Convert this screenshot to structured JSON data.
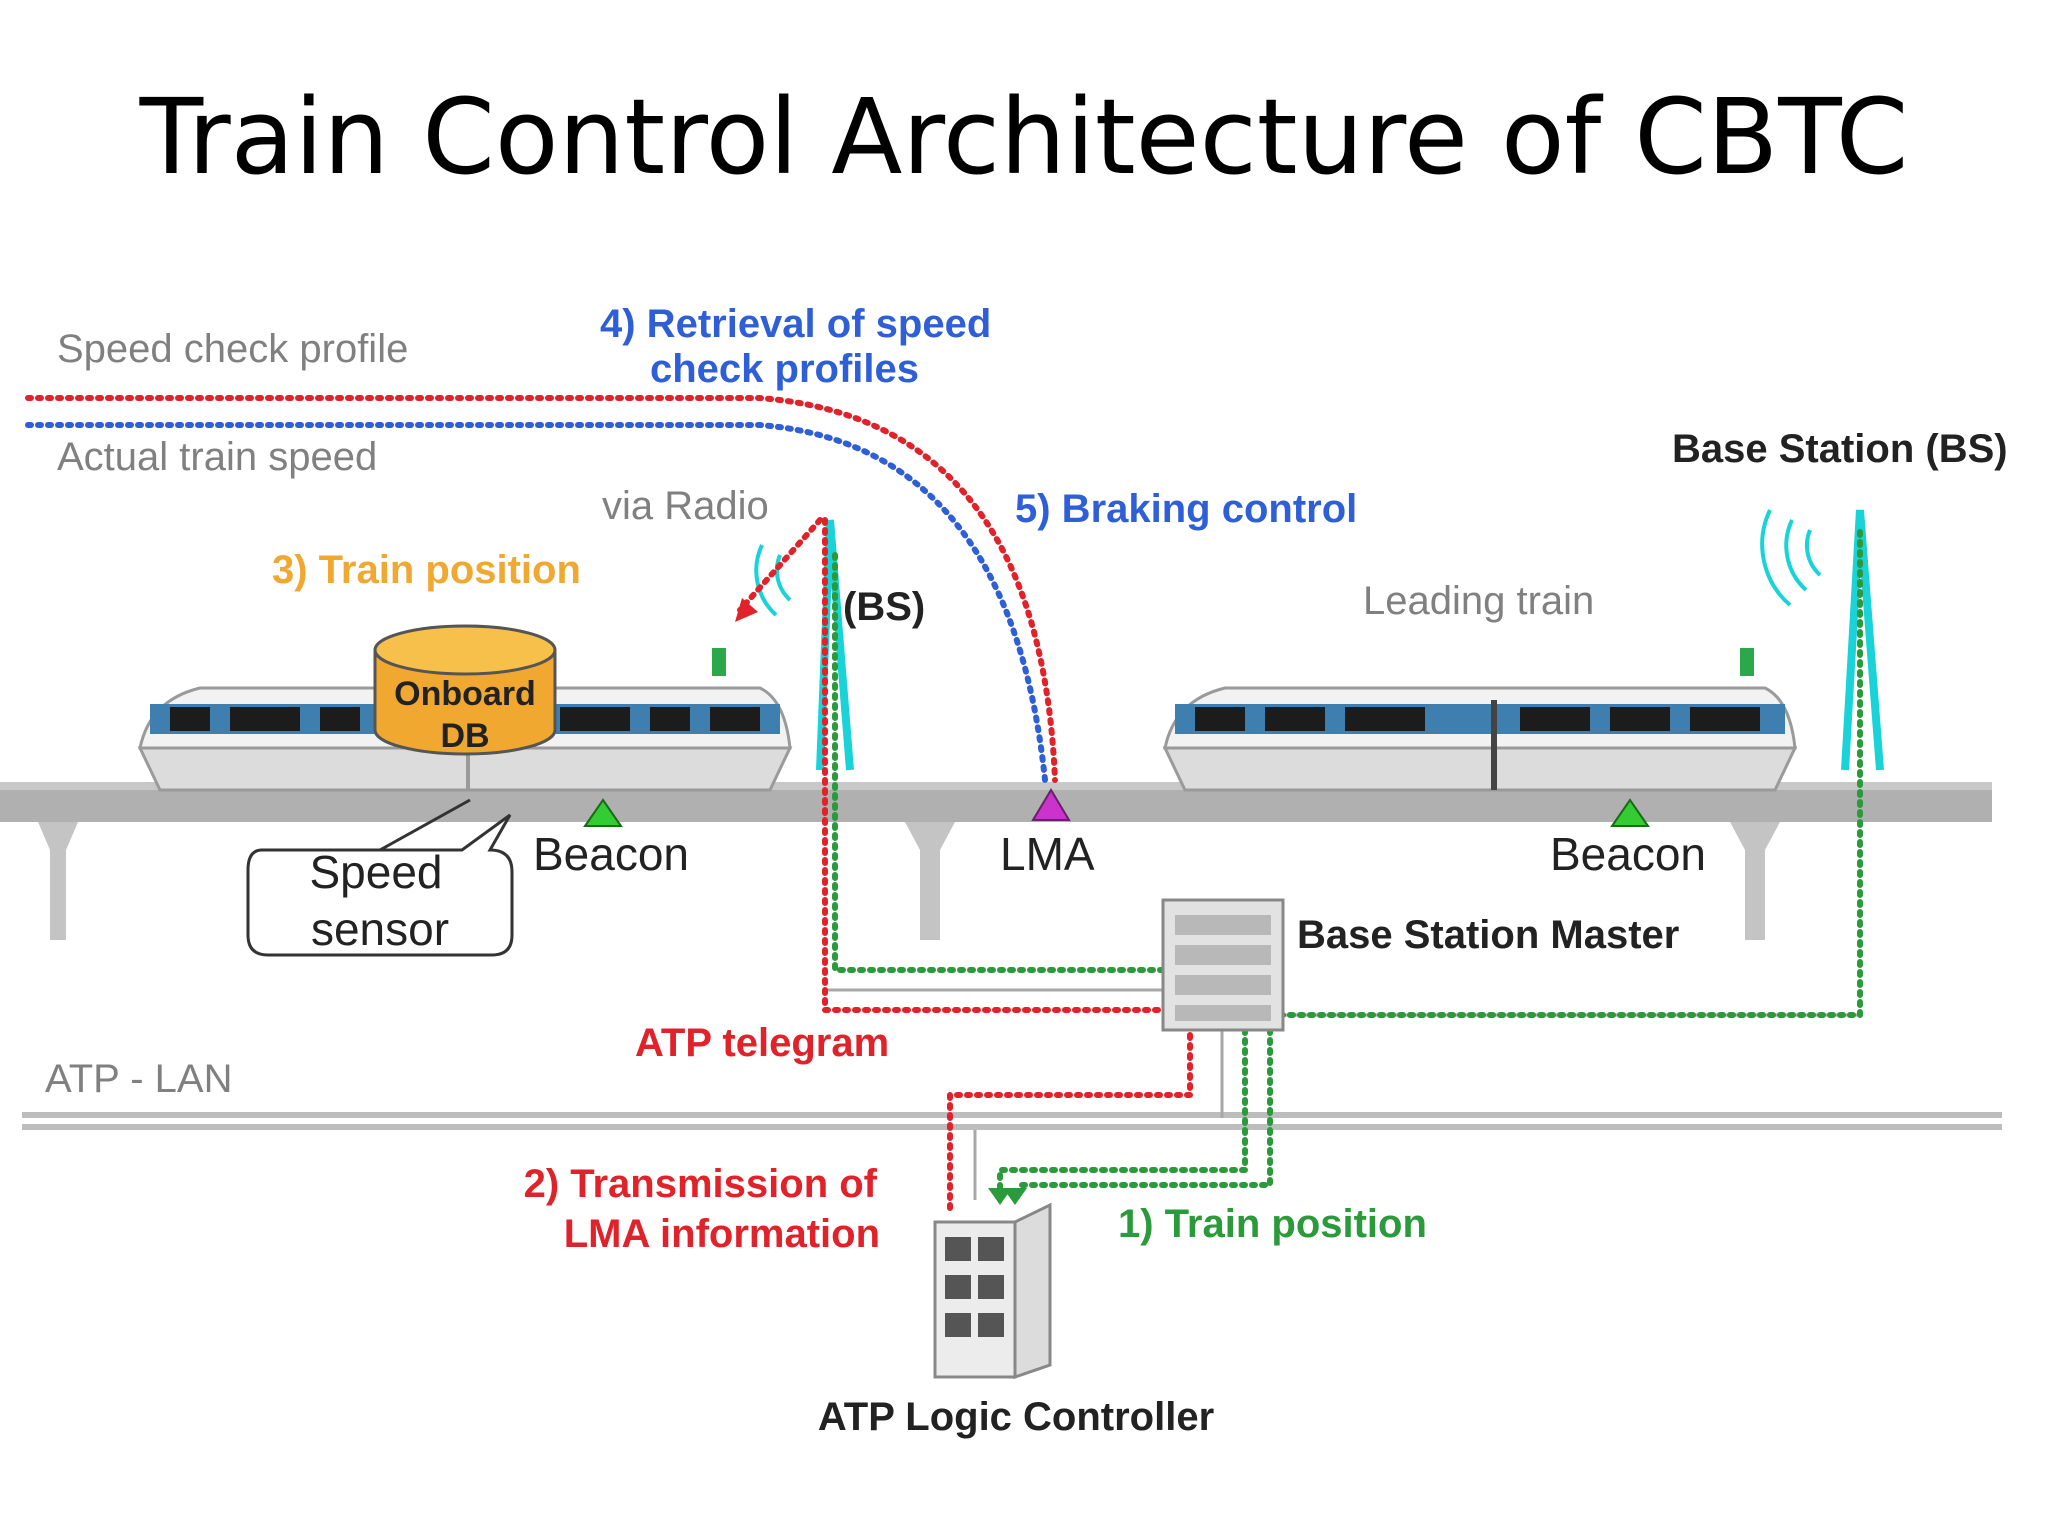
{
  "slide": {
    "title": "Train Control Architecture of CBTC"
  },
  "colors": {
    "red": "#e0222b",
    "blue": "#2f5fd6",
    "green": "#2a9a3a",
    "orange": "#f0a830",
    "cyan": "#19d3d8",
    "grey_text": "#808080",
    "magenta": "#cc33cc"
  },
  "legend": {
    "speed_check_profile": "Speed check profile",
    "actual_train_speed": "Actual train speed"
  },
  "steps": {
    "step4_line1": "4) Retrieval of speed",
    "step4_line2": "check profiles",
    "step5": "5) Braking control",
    "step3": "3) Train position",
    "step2_line1": "2) Transmission of",
    "step2_line2": "LMA information",
    "step1": "1) Train position"
  },
  "labels": {
    "via_radio": "via Radio",
    "bs_short": "(BS)",
    "base_station": "Base Station (BS)",
    "leading_train": "Leading train",
    "onboard_db_line1": "Onboard",
    "onboard_db_line2": "DB",
    "speed_sensor_line1": "Speed",
    "speed_sensor_line2": "sensor",
    "beacon_left": "Beacon",
    "beacon_right": "Beacon",
    "lma": "LMA",
    "base_station_master": "Base Station Master",
    "atp_telegram": "ATP telegram",
    "atp_lan": "ATP - LAN",
    "atp_logic_controller": "ATP Logic Controller"
  },
  "icons": [
    "radio-wave-icon",
    "antenna-tower-icon",
    "database-icon",
    "beacon-triangle-icon",
    "server-rack-icon",
    "cabinet-icon",
    "signal-icon"
  ]
}
